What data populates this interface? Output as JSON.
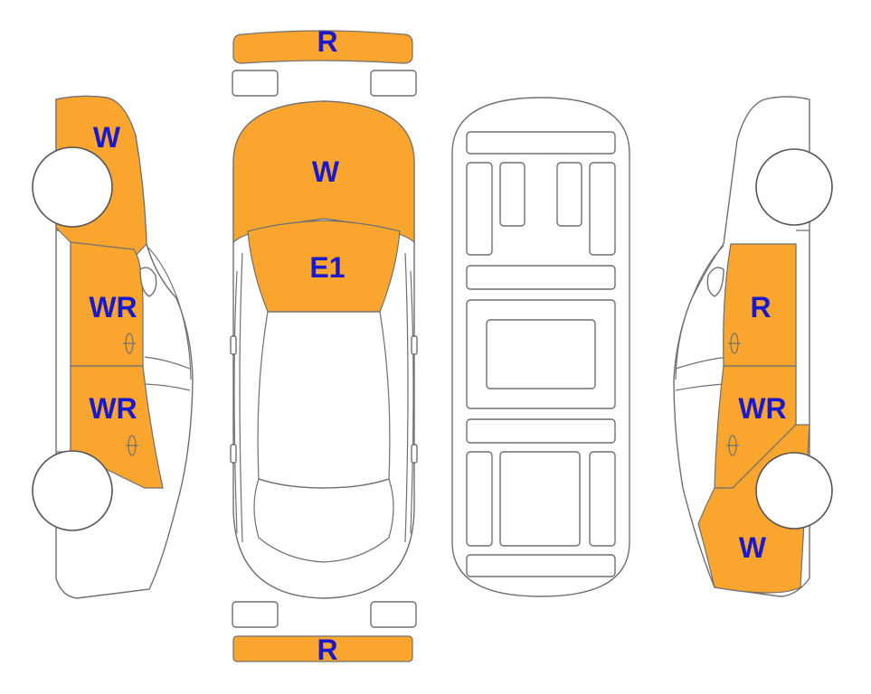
{
  "colors": {
    "damage_fill": "#faa62e",
    "code_text": "#1a1acc",
    "outline": "#6f6f6f",
    "background": "#ffffff"
  },
  "codes": {
    "front_bumper": "R",
    "hood": "W",
    "windshield": "E1",
    "rear_bumper": "R",
    "left_front_fender": "W",
    "left_front_door": "WR",
    "left_rear_door": "WR",
    "right_rear_door": "R",
    "right_front_door": "WR",
    "right_front_fender": "W"
  }
}
